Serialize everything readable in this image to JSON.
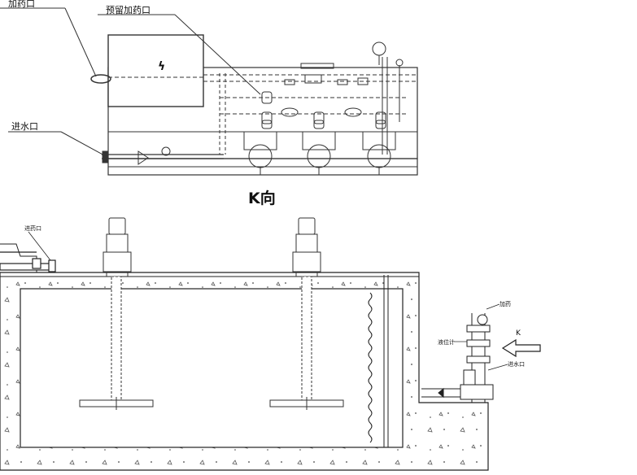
{
  "top_view": {
    "labels": {
      "dosing_inlet": "加药口",
      "reserved_dosing_inlet": "预留加药口",
      "water_inlet": "进水口"
    },
    "tank_symbol": "ϟ",
    "mixer_units": 3
  },
  "section_title": "K向",
  "bottom_view": {
    "labels": {
      "inlet_left": "进药口",
      "dosing_right": "加药",
      "level_gauge": "液位计",
      "water_inlet_right": "进水口",
      "view_marker": "K"
    },
    "agitators": 2
  },
  "icons": {
    "view_arrow": "arrow-left-icon",
    "motor": "motor-icon",
    "valve": "valve-icon",
    "pump": "pump-icon"
  }
}
